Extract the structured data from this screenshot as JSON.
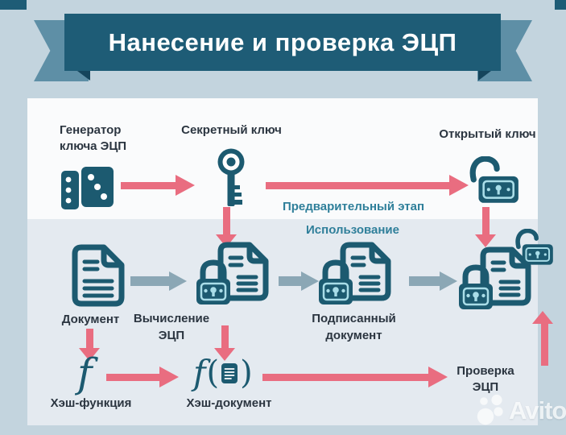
{
  "title": "Нанесение и проверка ЭЦП",
  "stage_labels": {
    "preliminary": "Предварительный этап",
    "usage": "Использование"
  },
  "top_row": {
    "generator": {
      "line1": "Генератор",
      "line2": "ключа ЭЦП"
    },
    "secret_key": "Секретный ключ",
    "public_key": "Открытый ключ"
  },
  "middle_row": {
    "document": "Документ",
    "compute": {
      "line1": "Вычисление",
      "line2": "ЭЦП"
    },
    "signed": {
      "line1": "Подписанный",
      "line2": "документ"
    }
  },
  "bottom_row": {
    "hash_function_symbol": "f",
    "hash_function": "Хэш-функция",
    "hash_document_f": "f",
    "paren_open": "(",
    "paren_close": ")",
    "hash_document": "Хэш-документ",
    "verification": {
      "line1": "Проверка",
      "line2": "ЭЦП"
    }
  },
  "watermark": "Avito",
  "colors": {
    "background": "#c3d4de",
    "ribbon": "#1e5c76",
    "ribbon_tail": "#5e8fa6",
    "panel_top": "#fafbfc",
    "panel_bottom": "#e4eaf0",
    "icon": "#1c5a70",
    "accent_light": "#a9dde8",
    "arrow_pink": "#e96d80",
    "arrow_gray": "#8ba7b5",
    "stage_text": "#2f7f9a",
    "label_text": "#2b3540"
  }
}
